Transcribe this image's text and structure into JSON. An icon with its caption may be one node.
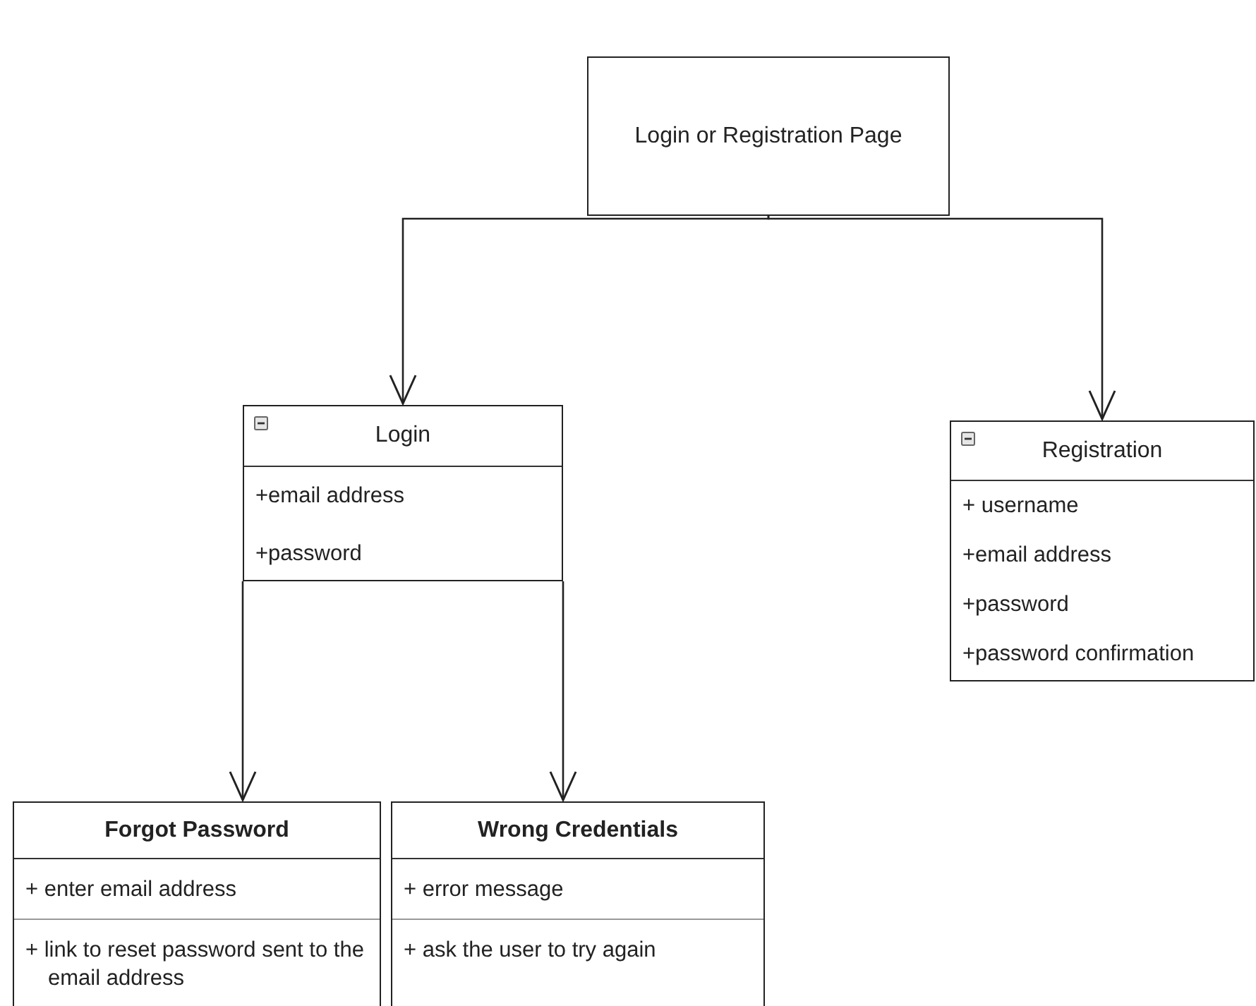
{
  "diagram": {
    "nodes": [
      {
        "text": [
          "Login or Registration Page"
        ]
      },
      {
        "text": [
          "Login",
          "+email address",
          "+password"
        ]
      },
      {
        "text": [
          "Registration",
          "+ username",
          "+email address",
          "+password",
          "+password confirmation"
        ]
      },
      {
        "text": [
          "Forgot Password",
          "+ enter email address",
          "+ link to reset password sent to the email address"
        ]
      },
      {
        "text": [
          "Wrong Credentials",
          "+ error message",
          "+ ask the user to try again"
        ]
      }
    ],
    "edges": [
      {
        "from": 0,
        "to": 1,
        "arrow": "to"
      },
      {
        "from": 0,
        "to": 2,
        "arrow": "to"
      },
      {
        "from": 1,
        "to": 3,
        "arrow": "to"
      },
      {
        "from": 1,
        "to": 4,
        "arrow": "to"
      }
    ]
  }
}
